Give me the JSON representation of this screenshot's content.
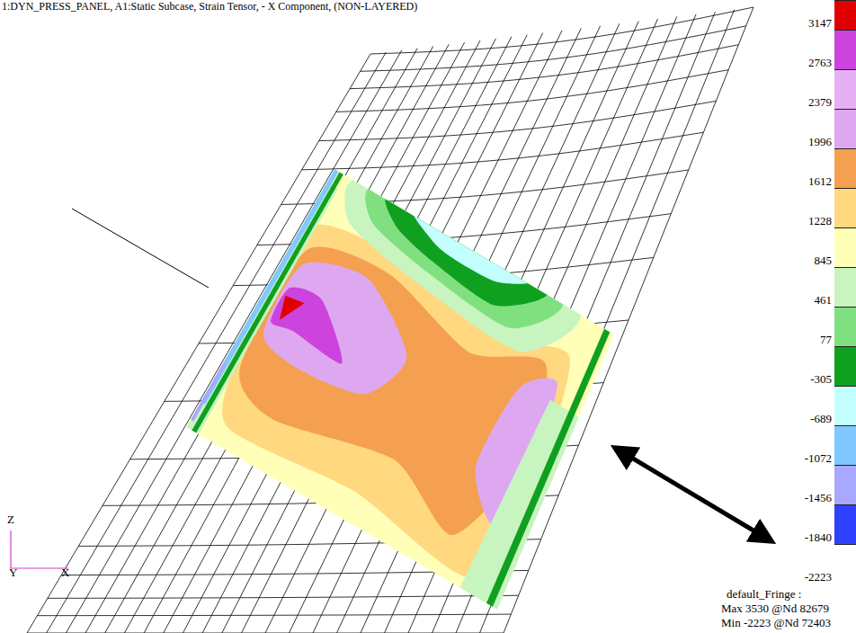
{
  "diagram": {
    "title": "1:DYN_PRESS_PANEL, A1:Static Subcase, Strain Tensor, - X Component, (NON-LAYERED)",
    "labels": [
      "Z",
      "Y",
      "X",
      "default_Fringe :",
      "Max 3530 @Nd 82679",
      "Min -2223 @Nd 72403"
    ],
    "legend": [
      {
        "text": "3147",
        "color": "#e00000"
      },
      {
        "text": "2763",
        "color": "#cc44dd"
      },
      {
        "text": "2379",
        "color": "#e8b0f4"
      },
      {
        "text": "1996",
        "color": "#dea8f0"
      },
      {
        "text": "1612",
        "color": "#f4a050"
      },
      {
        "text": "1228",
        "color": "#ffd880"
      },
      {
        "text": "845",
        "color": "#ffffb8"
      },
      {
        "text": "461",
        "color": "#c8f4c0"
      },
      {
        "text": "77",
        "color": "#80e080"
      },
      {
        "text": "-305",
        "color": "#10a020"
      },
      {
        "text": "-689",
        "color": "#c4ffff"
      },
      {
        "text": "-1072",
        "color": "#80c8ff"
      },
      {
        "text": "-1456",
        "color": "#a8a8ff"
      },
      {
        "text": "-1840",
        "color": "#3040ff"
      },
      {
        "text": "-2223",
        "color": "#ffffff"
      }
    ]
  }
}
